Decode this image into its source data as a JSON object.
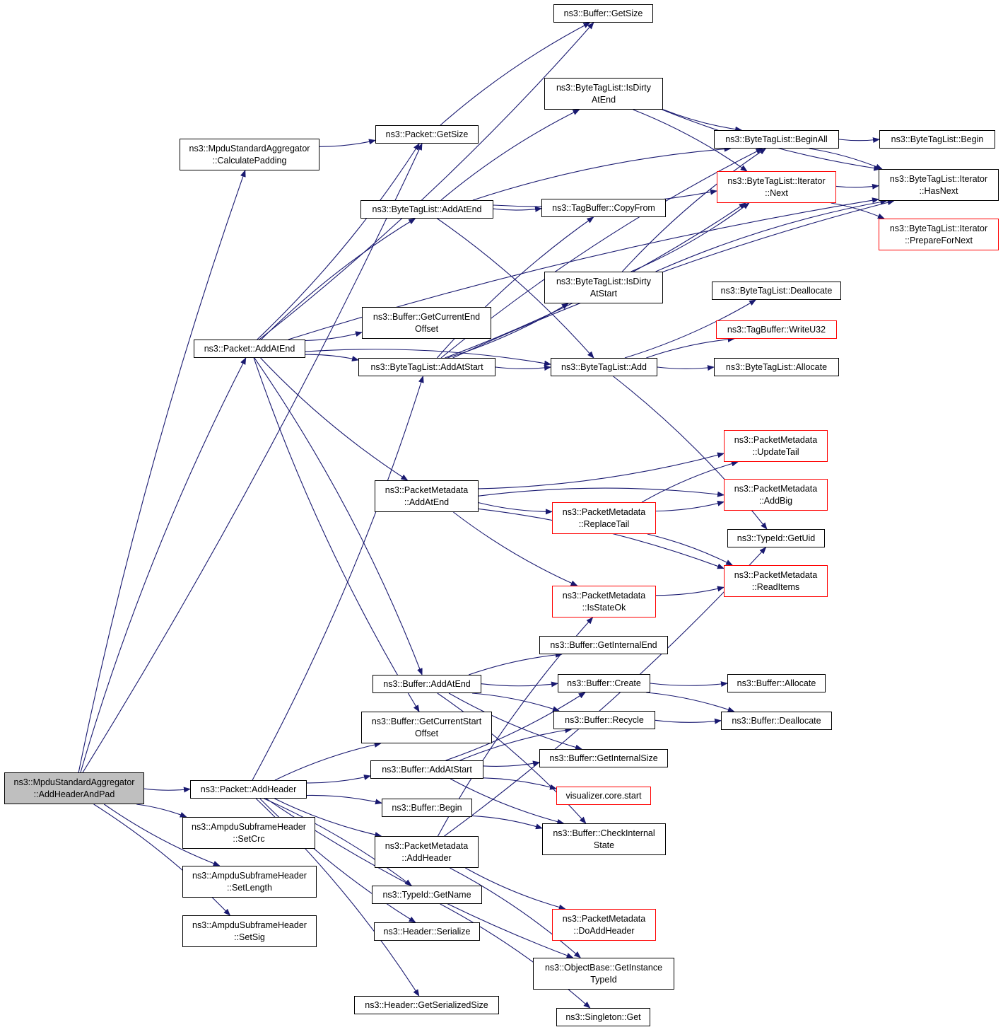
{
  "diagram": {
    "colors": {
      "edge": "#191970",
      "border": "#000000",
      "incomplete_border": "#ff0000",
      "root_fill": "#bfbfbf"
    },
    "nodes": [
      {
        "id": "n0",
        "lines": [
          "ns3::MpduStandardAggregator",
          "::AddHeaderAndPad"
        ],
        "root": true
      },
      {
        "id": "n1",
        "lines": [
          "ns3::MpduStandardAggregator",
          "::CalculatePadding"
        ]
      },
      {
        "id": "n2",
        "lines": [
          "ns3::Packet::AddAtEnd"
        ]
      },
      {
        "id": "n3",
        "lines": [
          "ns3::Packet::AddHeader"
        ]
      },
      {
        "id": "n4",
        "lines": [
          "ns3::AmpduSubframeHeader",
          "::SetCrc"
        ]
      },
      {
        "id": "n5",
        "lines": [
          "ns3::AmpduSubframeHeader",
          "::SetLength"
        ]
      },
      {
        "id": "n6",
        "lines": [
          "ns3::AmpduSubframeHeader",
          "::SetSig"
        ]
      },
      {
        "id": "n7",
        "lines": [
          "ns3::Packet::GetSize"
        ]
      },
      {
        "id": "n8",
        "lines": [
          "ns3::Buffer::GetSize"
        ]
      },
      {
        "id": "n9",
        "lines": [
          "ns3::ByteTagList::AddAtEnd"
        ]
      },
      {
        "id": "n10",
        "lines": [
          "ns3::Buffer::GetCurrentEnd",
          "Offset"
        ]
      },
      {
        "id": "n11",
        "lines": [
          "ns3::ByteTagList::AddAtStart"
        ]
      },
      {
        "id": "n12",
        "lines": [
          "ns3::PacketMetadata",
          "::AddAtEnd"
        ]
      },
      {
        "id": "n13",
        "lines": [
          "ns3::Buffer::AddAtEnd"
        ]
      },
      {
        "id": "n14",
        "lines": [
          "ns3::Buffer::GetCurrentStart",
          "Offset"
        ]
      },
      {
        "id": "n15",
        "lines": [
          "ns3::Buffer::AddAtStart"
        ]
      },
      {
        "id": "n16",
        "lines": [
          "ns3::Buffer::Begin"
        ]
      },
      {
        "id": "n17",
        "lines": [
          "ns3::PacketMetadata",
          "::AddHeader"
        ]
      },
      {
        "id": "n18",
        "lines": [
          "ns3::TypeId::GetName"
        ]
      },
      {
        "id": "n19",
        "lines": [
          "ns3::Header::Serialize"
        ]
      },
      {
        "id": "n20",
        "lines": [
          "ns3::Header::GetSerializedSize"
        ]
      },
      {
        "id": "n21",
        "lines": [
          "ns3::ByteTagList::IsDirty",
          "AtEnd"
        ]
      },
      {
        "id": "n22",
        "lines": [
          "ns3::TagBuffer::CopyFrom"
        ]
      },
      {
        "id": "n23",
        "lines": [
          "ns3::ByteTagList::IsDirty",
          "AtStart"
        ]
      },
      {
        "id": "n24",
        "lines": [
          "ns3::ByteTagList::Add"
        ]
      },
      {
        "id": "n25",
        "lines": [
          "ns3::PacketMetadata",
          "::ReplaceTail"
        ],
        "red": true
      },
      {
        "id": "n26",
        "lines": [
          "ns3::PacketMetadata",
          "::IsStateOk"
        ],
        "red": true
      },
      {
        "id": "n27",
        "lines": [
          "ns3::Buffer::GetInternalEnd"
        ]
      },
      {
        "id": "n28",
        "lines": [
          "ns3::Buffer::Create"
        ]
      },
      {
        "id": "n29",
        "lines": [
          "ns3::Buffer::Recycle"
        ]
      },
      {
        "id": "n30",
        "lines": [
          "ns3::Buffer::GetInternalSize"
        ]
      },
      {
        "id": "n31",
        "lines": [
          "visualizer.core.start"
        ],
        "red": true
      },
      {
        "id": "n32",
        "lines": [
          "ns3::Buffer::CheckInternal",
          "State"
        ]
      },
      {
        "id": "n33",
        "lines": [
          "ns3::PacketMetadata",
          "::DoAddHeader"
        ],
        "red": true
      },
      {
        "id": "n34",
        "lines": [
          "ns3::ObjectBase::GetInstance",
          "TypeId"
        ]
      },
      {
        "id": "n35",
        "lines": [
          "ns3::Singleton::Get"
        ]
      },
      {
        "id": "n36",
        "lines": [
          "ns3::ByteTagList::BeginAll"
        ]
      },
      {
        "id": "n37",
        "lines": [
          "ns3::ByteTagList::Iterator",
          "::Next"
        ],
        "red": true
      },
      {
        "id": "n38",
        "lines": [
          "ns3::ByteTagList::Deallocate"
        ]
      },
      {
        "id": "n39",
        "lines": [
          "ns3::TagBuffer::WriteU32"
        ],
        "red": true
      },
      {
        "id": "n40",
        "lines": [
          "ns3::ByteTagList::Allocate"
        ]
      },
      {
        "id": "n41",
        "lines": [
          "ns3::PacketMetadata",
          "::UpdateTail"
        ],
        "red": true
      },
      {
        "id": "n42",
        "lines": [
          "ns3::PacketMetadata",
          "::AddBig"
        ],
        "red": true
      },
      {
        "id": "n43",
        "lines": [
          "ns3::TypeId::GetUid"
        ]
      },
      {
        "id": "n44",
        "lines": [
          "ns3::PacketMetadata",
          "::ReadItems"
        ],
        "red": true
      },
      {
        "id": "n45",
        "lines": [
          "ns3::Buffer::Allocate"
        ]
      },
      {
        "id": "n46",
        "lines": [
          "ns3::Buffer::Deallocate"
        ]
      },
      {
        "id": "n47",
        "lines": [
          "ns3::ByteTagList::Begin"
        ]
      },
      {
        "id": "n48",
        "lines": [
          "ns3::ByteTagList::Iterator",
          "::HasNext"
        ]
      },
      {
        "id": "n49",
        "lines": [
          "ns3::ByteTagList::Iterator",
          "::PrepareForNext"
        ],
        "red": true
      }
    ],
    "edges": [
      [
        "n0",
        "n1"
      ],
      [
        "n0",
        "n7"
      ],
      [
        "n0",
        "n2"
      ],
      [
        "n0",
        "n3"
      ],
      [
        "n0",
        "n4"
      ],
      [
        "n0",
        "n5"
      ],
      [
        "n0",
        "n6"
      ],
      [
        "n1",
        "n7"
      ],
      [
        "n7",
        "n8"
      ],
      [
        "n2",
        "n7"
      ],
      [
        "n2",
        "n9"
      ],
      [
        "n2",
        "n10"
      ],
      [
        "n2",
        "n11"
      ],
      [
        "n2",
        "n12"
      ],
      [
        "n2",
        "n13"
      ],
      [
        "n2",
        "n14"
      ],
      [
        "n2",
        "n24"
      ],
      [
        "n2",
        "n8"
      ],
      [
        "n2",
        "n48"
      ],
      [
        "n3",
        "n11"
      ],
      [
        "n3",
        "n14"
      ],
      [
        "n3",
        "n15"
      ],
      [
        "n3",
        "n16"
      ],
      [
        "n3",
        "n17"
      ],
      [
        "n3",
        "n18"
      ],
      [
        "n3",
        "n19"
      ],
      [
        "n3",
        "n20"
      ],
      [
        "n3",
        "n34"
      ],
      [
        "n9",
        "n21"
      ],
      [
        "n9",
        "n22"
      ],
      [
        "n9",
        "n36"
      ],
      [
        "n9",
        "n37"
      ],
      [
        "n9",
        "n24"
      ],
      [
        "n11",
        "n23"
      ],
      [
        "n11",
        "n22"
      ],
      [
        "n11",
        "n24"
      ],
      [
        "n11",
        "n36"
      ],
      [
        "n11",
        "n37"
      ],
      [
        "n11",
        "n48"
      ],
      [
        "n21",
        "n36"
      ],
      [
        "n21",
        "n37"
      ],
      [
        "n21",
        "n48"
      ],
      [
        "n23",
        "n36"
      ],
      [
        "n23",
        "n37"
      ],
      [
        "n23",
        "n48"
      ],
      [
        "n24",
        "n38"
      ],
      [
        "n24",
        "n39"
      ],
      [
        "n24",
        "n40"
      ],
      [
        "n24",
        "n43"
      ],
      [
        "n36",
        "n47"
      ],
      [
        "n36",
        "n48"
      ],
      [
        "n37",
        "n48"
      ],
      [
        "n37",
        "n49"
      ],
      [
        "n12",
        "n41"
      ],
      [
        "n12",
        "n42"
      ],
      [
        "n12",
        "n25"
      ],
      [
        "n12",
        "n44"
      ],
      [
        "n12",
        "n26"
      ],
      [
        "n25",
        "n41"
      ],
      [
        "n25",
        "n42"
      ],
      [
        "n25",
        "n44"
      ],
      [
        "n26",
        "n44"
      ],
      [
        "n13",
        "n27"
      ],
      [
        "n13",
        "n28"
      ],
      [
        "n13",
        "n29"
      ],
      [
        "n13",
        "n30"
      ],
      [
        "n13",
        "n32"
      ],
      [
        "n15",
        "n28"
      ],
      [
        "n15",
        "n29"
      ],
      [
        "n15",
        "n30"
      ],
      [
        "n15",
        "n31"
      ],
      [
        "n15",
        "n32"
      ],
      [
        "n16",
        "n32"
      ],
      [
        "n28",
        "n45"
      ],
      [
        "n28",
        "n46"
      ],
      [
        "n29",
        "n46"
      ],
      [
        "n17",
        "n26"
      ],
      [
        "n17",
        "n33"
      ],
      [
        "n17",
        "n34"
      ],
      [
        "n17",
        "n43"
      ],
      [
        "n18",
        "n35"
      ]
    ]
  }
}
